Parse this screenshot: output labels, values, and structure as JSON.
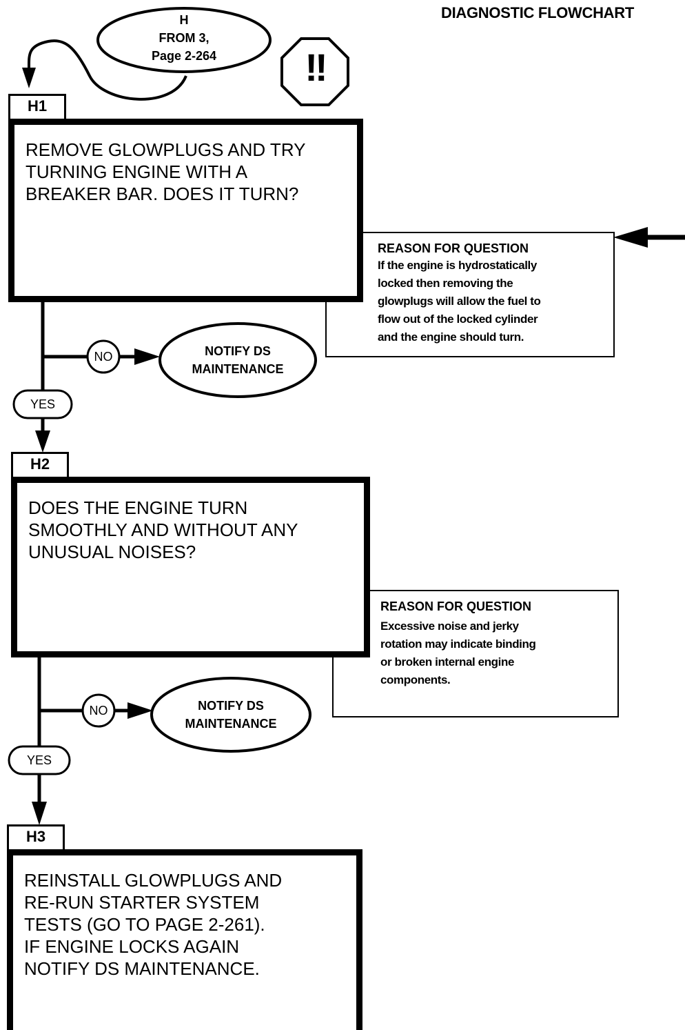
{
  "page": {
    "header": "DIAGNOSTIC FLOWCHART"
  },
  "entry": {
    "lines": [
      "H",
      "FROM 3,",
      "Page 2-264"
    ]
  },
  "warning_icon": {
    "symbol": "!!",
    "name": "caution-octagon-icon"
  },
  "steps": [
    {
      "id": "H1",
      "lines": [
        "REMOVE GLOWPLUGS AND TRY",
        "TURNING ENGINE WITH A",
        "BREAKER BAR.  DOES IT TURN?"
      ],
      "reason": {
        "title": "REASON FOR QUESTION",
        "lines": [
          "If the engine is hydrostatically",
          "locked then removing the",
          "glowplugs will allow the fuel to",
          "flow out of the locked cylinder",
          "and the engine should turn."
        ]
      },
      "no_label": "NO",
      "no_target": [
        "NOTIFY DS",
        "MAINTENANCE"
      ],
      "yes_label": "YES"
    },
    {
      "id": "H2",
      "lines": [
        "DOES THE ENGINE TURN",
        "SMOOTHLY AND WITHOUT ANY",
        "UNUSUAL NOISES?"
      ],
      "reason": {
        "title": "REASON FOR QUESTION",
        "lines": [
          "Excessive noise and jerky",
          "rotation may indicate binding",
          "or broken internal engine",
          "components."
        ]
      },
      "no_label": "NO",
      "no_target": [
        "NOTIFY DS",
        "MAINTENANCE"
      ],
      "yes_label": "YES"
    },
    {
      "id": "H3",
      "lines": [
        "REINSTALL GLOWPLUGS AND",
        "RE-RUN STARTER SYSTEM",
        "TESTS (GO TO PAGE 2-261).",
        "IF ENGINE LOCKS AGAIN",
        "NOTIFY DS MAINTENANCE."
      ]
    }
  ]
}
